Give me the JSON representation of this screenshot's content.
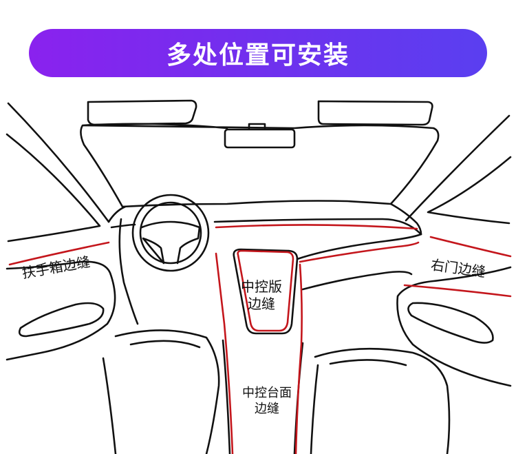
{
  "title": "多处位置可安装",
  "colors": {
    "banner_start": "#8a22ee",
    "banner_end": "#5a3ff0",
    "outline": "#111111",
    "highlight": "#c4161c"
  },
  "labels": {
    "armrest": [
      "扶手箱边缝"
    ],
    "right_door": [
      "右门边缝"
    ],
    "center_panel": [
      "中控版",
      "边缝"
    ],
    "center_console": [
      "中控台面",
      "边缝"
    ]
  }
}
